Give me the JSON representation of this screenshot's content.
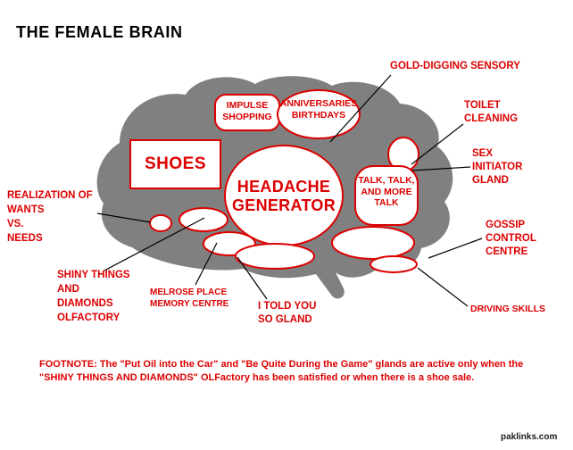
{
  "title": "THE FEMALE BRAIN",
  "colors": {
    "label_red": "#dd0000",
    "brain_gray": "#808080",
    "line_black": "#000000",
    "watermark_black": "#1a1a1a"
  },
  "regions": {
    "shoes": {
      "label": "SHOES"
    },
    "impulse_shopping": {
      "line1": "IMPULSE",
      "line2": "SHOPPING"
    },
    "anniversaries": {
      "line1": "ANNIVERSARIES",
      "line2": "BIRTHDAYS"
    },
    "headache_generator": {
      "line1": "HEADACHE",
      "line2": "GENERATOR"
    },
    "talk": {
      "line1": "TALK, TALK,",
      "line2": "AND MORE",
      "line3": "TALK"
    }
  },
  "callouts": {
    "gold_digging": {
      "line1": "GOLD-DIGGING SENSORY"
    },
    "toilet_cleaning": {
      "line1": "TOILET",
      "line2": "CLEANING"
    },
    "sex_initiator": {
      "line1": "SEX",
      "line2": "INITIATOR",
      "line3": "GLAND"
    },
    "gossip_control": {
      "line1": "GOSSIP",
      "line2": "CONTROL",
      "line3": "CENTRE"
    },
    "driving_skills": {
      "line1": "DRIVING SKILLS"
    },
    "realization": {
      "line1": "REALIZATION OF",
      "line2": "WANTS",
      "line3": "VS.",
      "line4": "NEEDS"
    },
    "shiny_things": {
      "line1": "SHINY THINGS",
      "line2": "AND",
      "line3": "DIAMONDS",
      "line4": "OLFACTORY"
    },
    "melrose_place": {
      "line1": "MELROSE PLACE",
      "line2": "MEMORY CENTRE"
    },
    "i_told_you_so": {
      "line1": "I TOLD YOU",
      "line2": "SO GLAND"
    }
  },
  "footnote": {
    "line1": "FOOTNOTE:  The \"Put Oil into the Car\" and \"Be Quite During the Game\" glands are active only when the",
    "line2": "\"SHINY THINGS AND DIAMONDS\" OLFactory has been satisfied or when there is a shoe sale."
  },
  "watermark": "paklinks.com"
}
